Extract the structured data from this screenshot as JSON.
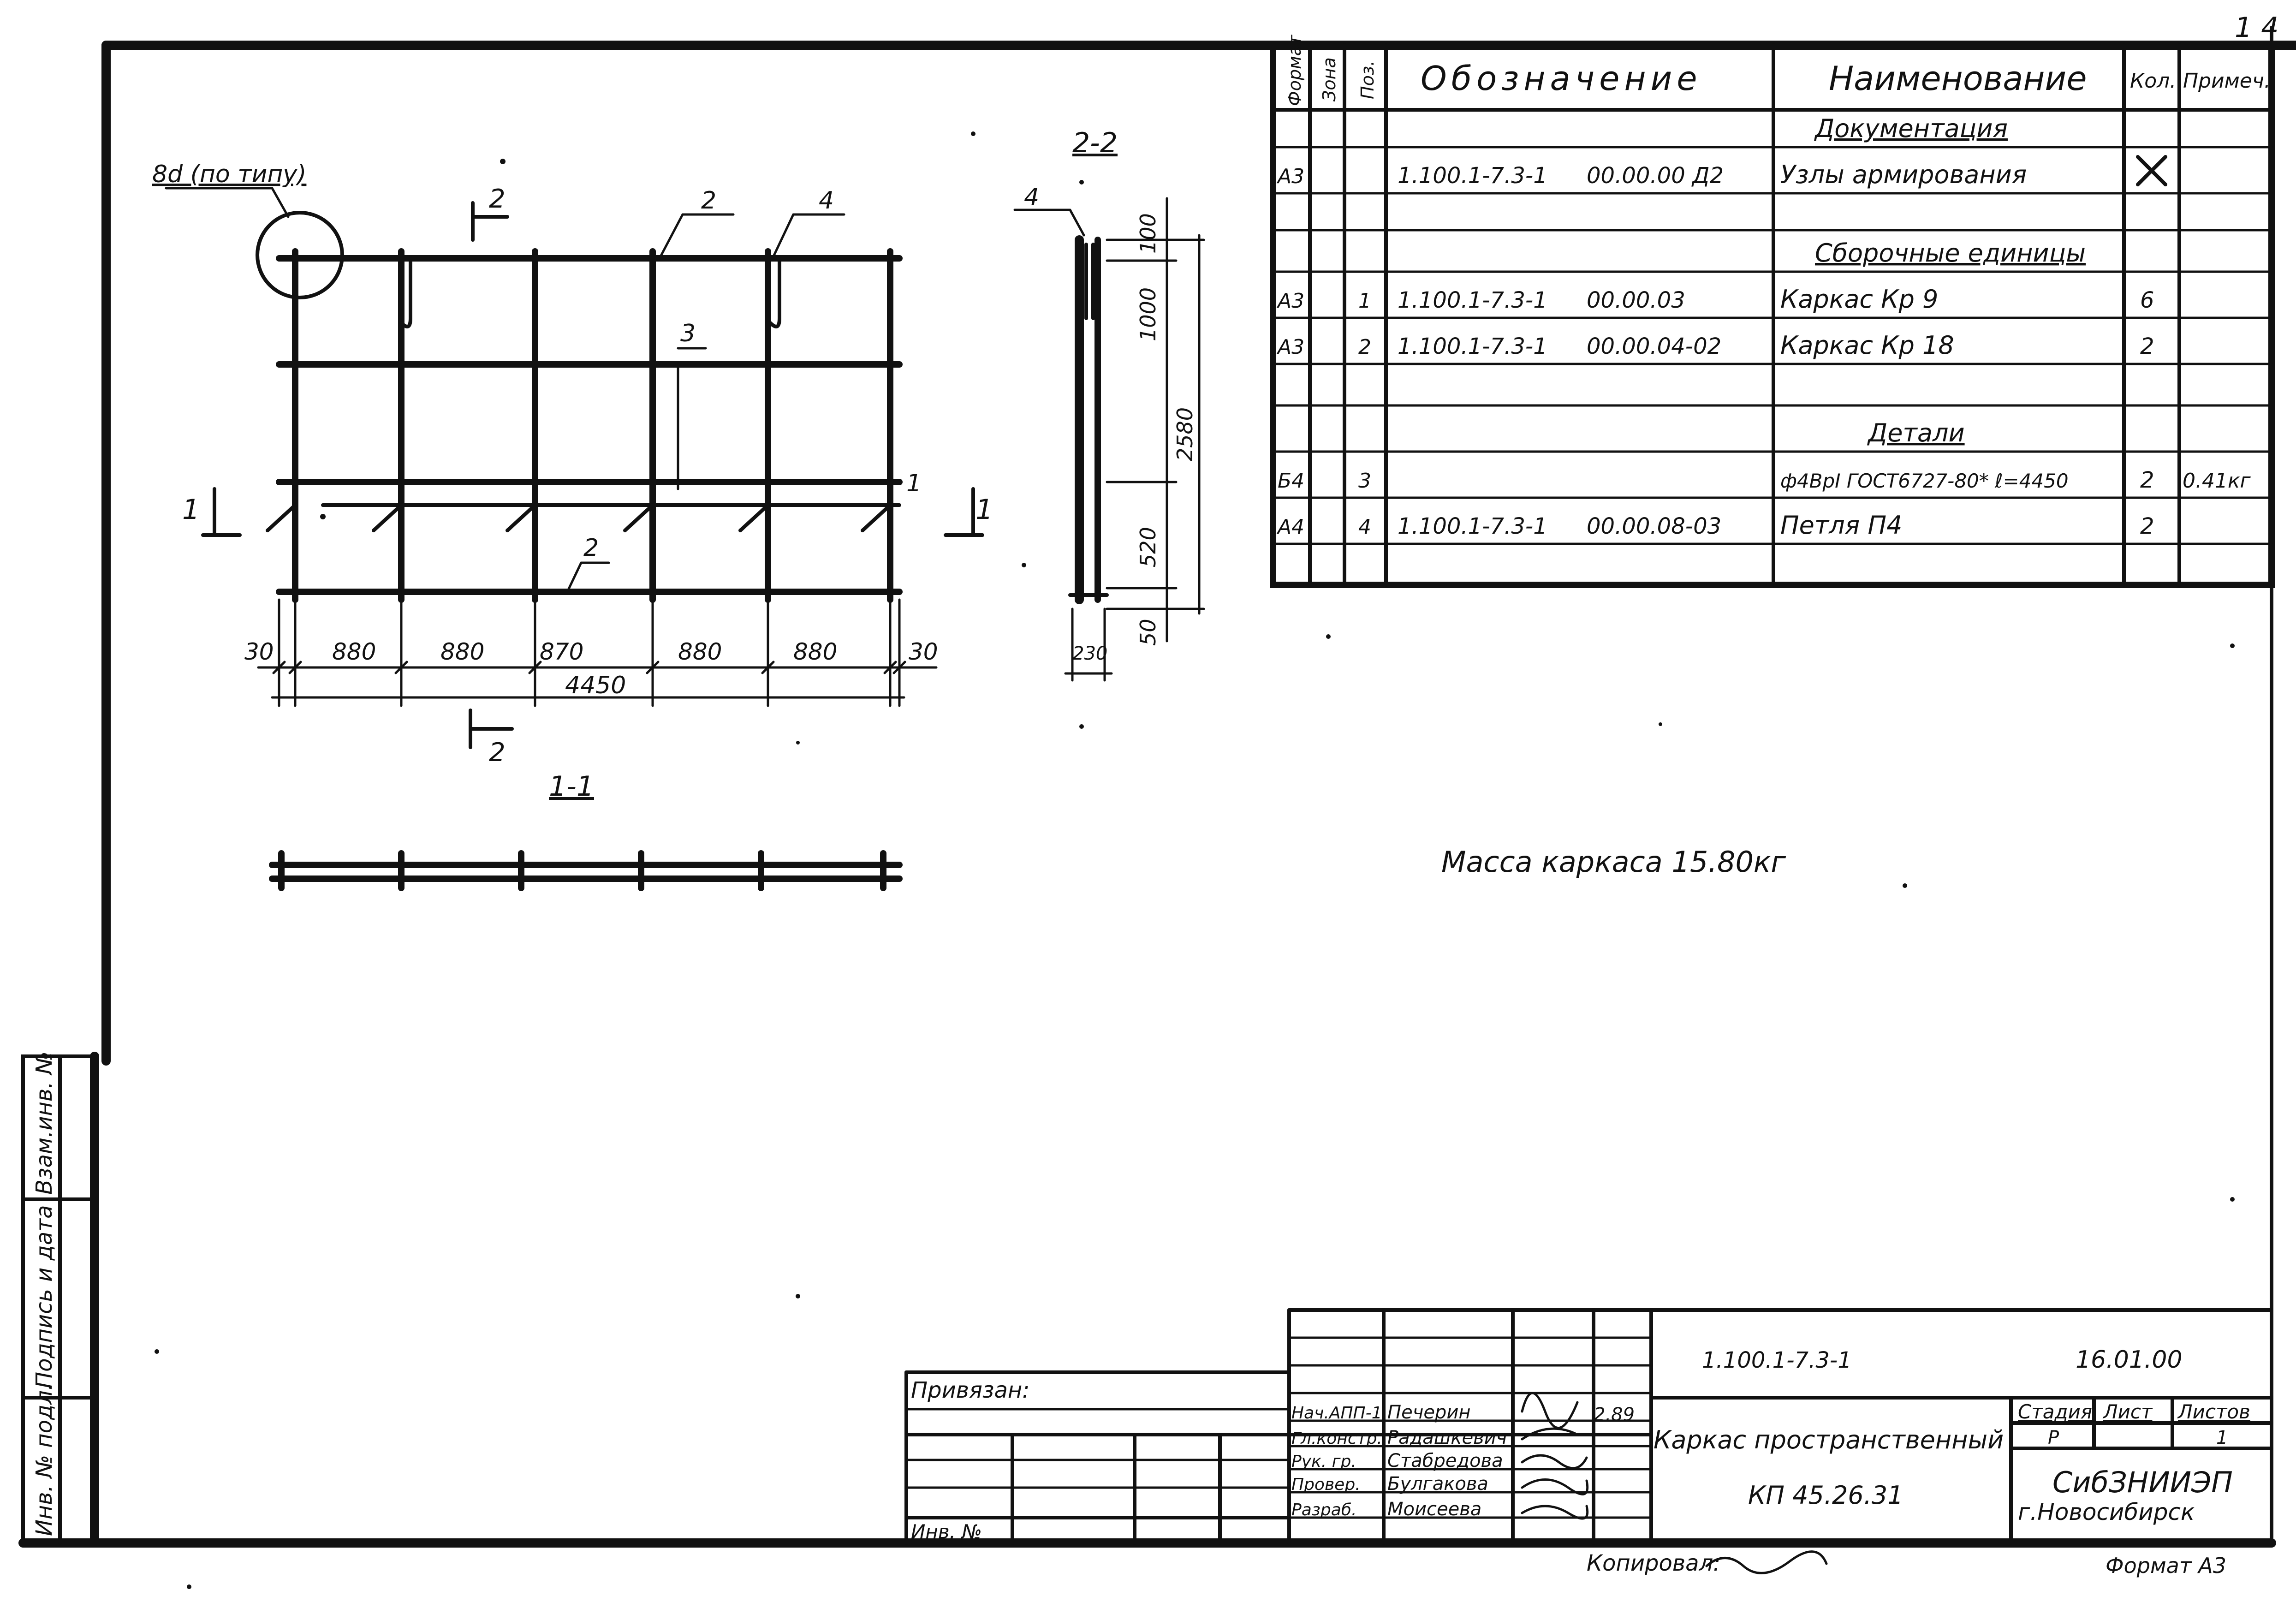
{
  "sheet_number": "1 4",
  "spec_table": {
    "headers": {
      "format": "Формат",
      "zone": "Зона",
      "pos": "Поз.",
      "designation": "Обозначение",
      "name": "Наименование",
      "qty": "Кол.",
      "note": "Примеч."
    },
    "rows": [
      {
        "format": "",
        "pos": "",
        "code": "",
        "code2": "",
        "name": "Документация",
        "qty": "",
        "note": ""
      },
      {
        "format": "А3",
        "pos": "",
        "code": "1.100.1-7.3-1",
        "code2": "00.00.00 Д2",
        "name": "Узлы армирования",
        "qty": "",
        "note": ""
      },
      {
        "format": "",
        "pos": "",
        "code": "",
        "code2": "",
        "name": "",
        "qty": "",
        "note": ""
      },
      {
        "format": "",
        "pos": "",
        "code": "",
        "code2": "",
        "name": "Сборочные единицы",
        "qty": "",
        "note": ""
      },
      {
        "format": "А3",
        "pos": "1",
        "code": "1.100.1-7.3-1",
        "code2": "00.00.03",
        "name": "Каркас Кр 9",
        "qty": "6",
        "note": ""
      },
      {
        "format": "А3",
        "pos": "2",
        "code": "1.100.1-7.3-1",
        "code2": "00.00.04-02",
        "name": "Каркас Кр 18",
        "qty": "2",
        "note": ""
      },
      {
        "format": "",
        "pos": "",
        "code": "",
        "code2": "",
        "name": "",
        "qty": "",
        "note": ""
      },
      {
        "format": "",
        "pos": "",
        "code": "",
        "code2": "",
        "name": "Детали",
        "qty": "",
        "note": ""
      },
      {
        "format": "Б4",
        "pos": "3",
        "code": "",
        "code2": "",
        "name": "ф4ВрI ГОСТ6727-80* ℓ=4450",
        "qty": "2",
        "note": "0.41кг"
      },
      {
        "format": "А4",
        "pos": "4",
        "code": "1.100.1-7.3-1",
        "code2": "00.00.08-03",
        "name": "Петля П4",
        "qty": "2",
        "note": ""
      },
      {
        "format": "",
        "pos": "",
        "code": "",
        "code2": "",
        "name": "",
        "qty": "",
        "note": ""
      }
    ]
  },
  "drawing": {
    "node_callout": "8d (по типу)",
    "section_labels": {
      "s11": "1-1",
      "s22": "2-2",
      "mark1": "1",
      "mark2": "2"
    },
    "position_marks": {
      "p1": "1",
      "p2a": "2",
      "p2b": "2",
      "p3": "3",
      "p4a": "4",
      "p4b": "4"
    },
    "bottom_dims": [
      "30",
      "880",
      "880",
      "870",
      "880",
      "880",
      "30"
    ],
    "total_length": "4450",
    "side_dims": [
      "100",
      "1000",
      "2580",
      "520",
      "50"
    ],
    "side_width": "230"
  },
  "mass_note": "Масса каркаса 15.80кг",
  "side_stamp": {
    "cells": [
      "Взам.инв. №",
      "Подпись и дата",
      "Инв. № подл."
    ]
  },
  "title_block": {
    "privyazan": "Привязан:",
    "inv_no": "Инв. №",
    "code": "1.100.1-7.3-1",
    "revision": "16.01.00",
    "title_line1": "Каркас пространственный",
    "title_line2": "КП 45.26.31",
    "stage_header": "Стадия",
    "sheet_header": "Лист",
    "sheets_header": "Листов",
    "stage": "Р",
    "sheet": "",
    "sheets": "1",
    "org_line1": "СибЗНИИЭП",
    "org_line2": "г.Новосибирск",
    "date": "2.89",
    "roles": [
      {
        "role": "Нач.АПП-1",
        "name": "Печерин"
      },
      {
        "role": "Гл.констр.",
        "name": "Радашкевич"
      },
      {
        "role": "Рук. гр.",
        "name": "Стабредова"
      },
      {
        "role": "Провер.",
        "name": "Булгакова"
      },
      {
        "role": "Разраб.",
        "name": "Моисеева"
      }
    ]
  },
  "footer": {
    "copied": "Копировал:",
    "format": "Формат А3"
  }
}
